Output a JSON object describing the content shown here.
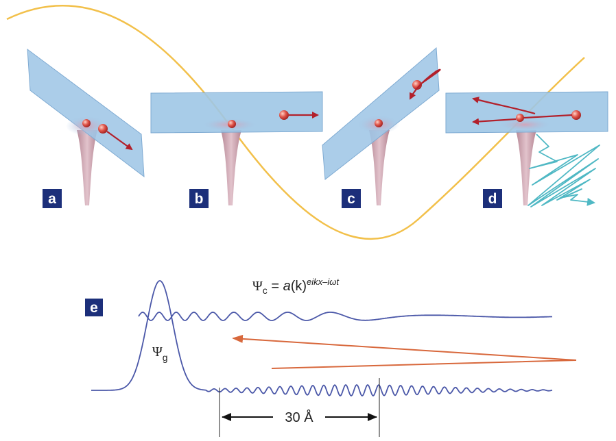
{
  "panels": [
    {
      "id": "a",
      "label": "a"
    },
    {
      "id": "b",
      "label": "b"
    },
    {
      "id": "c",
      "label": "c"
    },
    {
      "id": "d",
      "label": "d"
    },
    {
      "id": "e",
      "label": "e"
    }
  ],
  "equations": {
    "psi_c": {
      "symbol": "Ψ",
      "subscript": "c",
      "equals": " = ",
      "amp": "a",
      "amp_arg": "(k)",
      "exponent": "eikx–iωt"
    },
    "psi_g": {
      "symbol": "Ψ",
      "subscript": "g"
    }
  },
  "ruler": {
    "label": "30 Å"
  },
  "colors": {
    "field_wave": "#f2c04a",
    "plane": "#9fc6e6",
    "plane_edge": "#7eaad2",
    "potential": "#c89aa6",
    "electron": "#d9483f",
    "trajectory": "#b2202b",
    "wavefunction": "#4a57a8",
    "return_arrow": "#d8683c",
    "emission": "#4fb8c4",
    "label_box": "#1c2f7a"
  }
}
